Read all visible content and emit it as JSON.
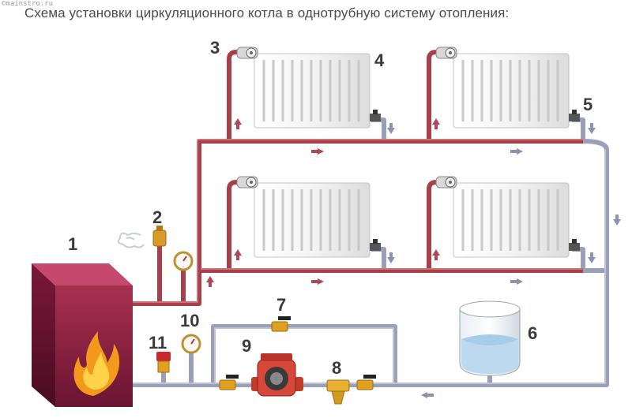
{
  "watermark": "©mainstro.ru",
  "title": "Схема установки циркуляционного котла в однотрубную систему отопления:",
  "callouts": [
    "1",
    "2",
    "3",
    "4",
    "5",
    "6",
    "7",
    "8",
    "9",
    "10",
    "11"
  ],
  "colors": {
    "supply_pipe": "#a8404a",
    "return_pipe": "#9aa0b8",
    "boiler_front": "#8e1f45",
    "boiler_top": "#c24066",
    "radiator": "#f2f2f2",
    "water": "#bcd9ef",
    "valve": "#e0a020",
    "pump": "#d04a3a"
  },
  "icons": [
    "flame-icon",
    "steam-icon",
    "pressure-gauge-icon",
    "thermometer-icon",
    "radiator-icon",
    "ball-valve-icon",
    "circulation-pump-icon",
    "filter-icon",
    "expansion-tank-icon",
    "safety-valve-icon",
    "arrow-icon"
  ]
}
